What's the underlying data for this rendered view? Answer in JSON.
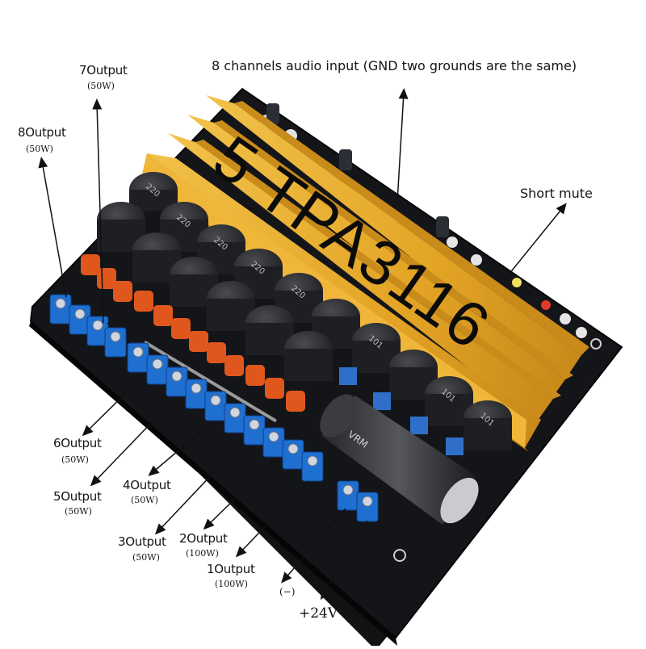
{
  "overlay_text": "5 TPA3116",
  "input_label": "8 channels audio input (GND two grounds are the same)",
  "mute_label": "Short mute",
  "outputs": [
    {
      "name": "8Output",
      "power": "(50W)"
    },
    {
      "name": "7Output",
      "power": "(50W)"
    },
    {
      "name": "6Output",
      "power": "(50W)"
    },
    {
      "name": "5Output",
      "power": "(50W)"
    },
    {
      "name": "4Output",
      "power": "(50W)"
    },
    {
      "name": "3Output",
      "power": "(50W)"
    },
    {
      "name": "2Output",
      "power": "(100W)"
    },
    {
      "name": "1Output",
      "power": "(100W)"
    }
  ],
  "power_negative": "(−)",
  "power_positive": "+24V",
  "capacitor_text": "VRM",
  "inductor_text": "220",
  "inductor_text_small": "101",
  "colors": {
    "background": "#ffffff",
    "pcb": "#111214",
    "heatsink": "#e5a92a",
    "heatsink_shadow": "#b97f12",
    "terminal": "#1f6fd1",
    "inductor": "#2a2b2e",
    "film_cap": "#e0571e",
    "box_cap": "#2f6fc9",
    "arrow": "#111111"
  }
}
